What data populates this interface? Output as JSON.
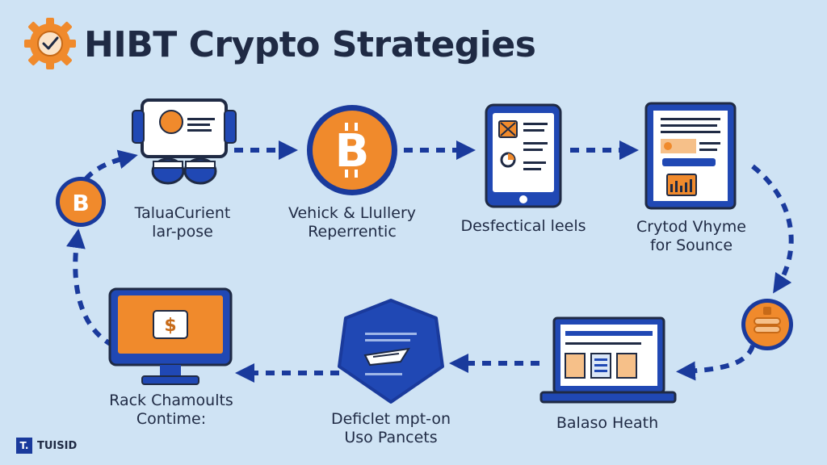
{
  "title": "HIBT Crypto Strategies",
  "nodes": [
    {
      "line1": "TaluaCurient",
      "line2": "lar-pose"
    },
    {
      "line1": "Vehick & Llullery",
      "line2": "Reperrentic"
    },
    {
      "line1": "Desfectical leels",
      "line2": ""
    },
    {
      "line1": "Crytod Vhyme",
      "line2": "for Sounce"
    },
    {
      "line1": "Balaso Heath",
      "line2": ""
    },
    {
      "line1": "Deficlet mpt-on",
      "line2": "Uso Pancets"
    },
    {
      "line1": "Rack Chamoults",
      "line2": "Contime:"
    }
  ],
  "icons": {
    "logo": "gear-check-icon",
    "coin": "bitcoin-icon",
    "dollar": "dollar-icon"
  },
  "glyphs": {
    "bitcoin": "B",
    "dollar": "$"
  },
  "brand": {
    "mark": "T.",
    "text": "TUISID"
  },
  "colors": {
    "background": "#cfe3f4",
    "primary": "#2048b4",
    "dark_blue": "#1a3a9c",
    "orange": "#f08a2c",
    "text": "#1f2a44"
  }
}
